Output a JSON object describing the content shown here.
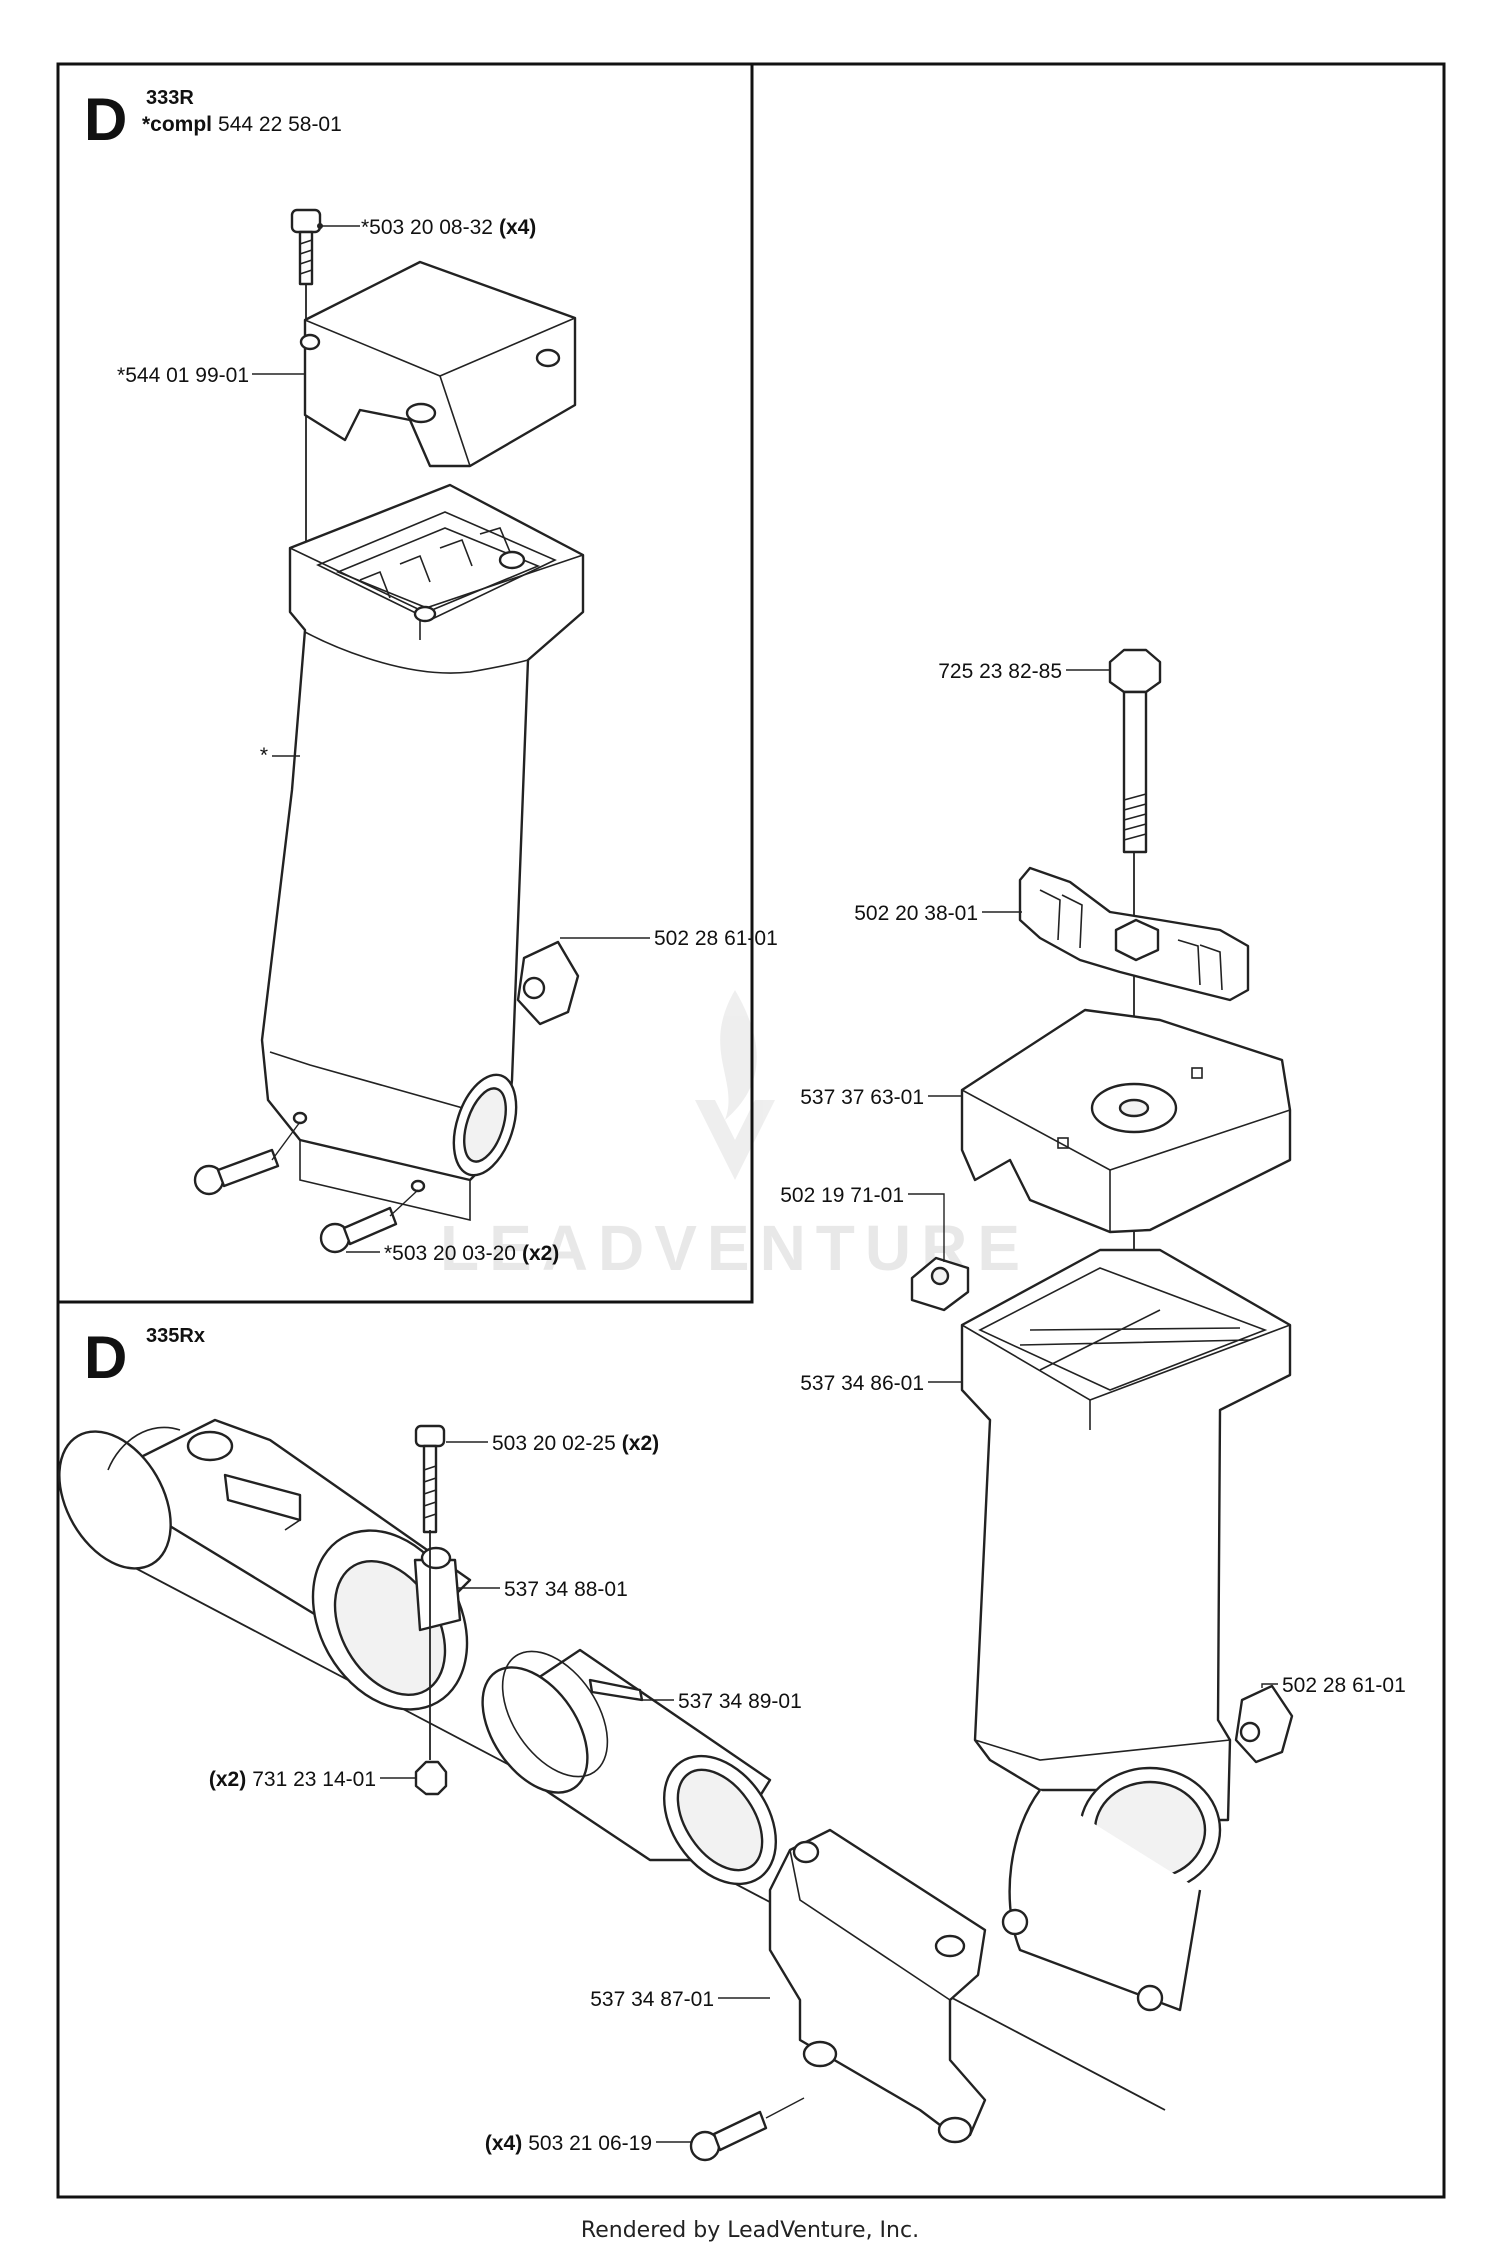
{
  "sections": [
    {
      "letter": "D",
      "model": "333R",
      "compl_prefix": "*compl",
      "compl_number": "544 22 58-01"
    },
    {
      "letter": "D",
      "model": "335Rx"
    }
  ],
  "callouts": {
    "bolt_top_333": {
      "number": "*503 20 08-32",
      "qty": "(x4)"
    },
    "clamp_cover_333": {
      "number": "*544 01 99-01"
    },
    "handle_asterisk": {
      "number": "*"
    },
    "throttle_clip_333": {
      "number": "502 28 61-01"
    },
    "bolts_bottom_333": {
      "number": "*503 20 03-20",
      "qty": "(x2)"
    },
    "bolt_long": {
      "number": "725 23 82-85"
    },
    "wing_nut": {
      "number": "502 20 38-01"
    },
    "clamp_cover_335": {
      "number": "537 37 63-01"
    },
    "square_nut": {
      "number": "502 19 71-01"
    },
    "handle_335": {
      "number": "537 34 86-01"
    },
    "throttle_clip_335": {
      "number": "502 28 61-01"
    },
    "screw_ring": {
      "number": "503 20 02-25",
      "qty": "(x2)"
    },
    "clamp_ring": {
      "number": "537 34 88-01"
    },
    "sleeve": {
      "number": "537 34 89-01"
    },
    "hex_nut": {
      "number": "731 23 14-01",
      "qty": "(x2)"
    },
    "lower_clamp": {
      "number": "537 34 87-01"
    },
    "bolts_lower": {
      "number": "503 21 06-19",
      "qty": "(x4)"
    }
  },
  "watermark": "LEADVENTURE",
  "footer": "Rendered by LeadVenture, Inc."
}
